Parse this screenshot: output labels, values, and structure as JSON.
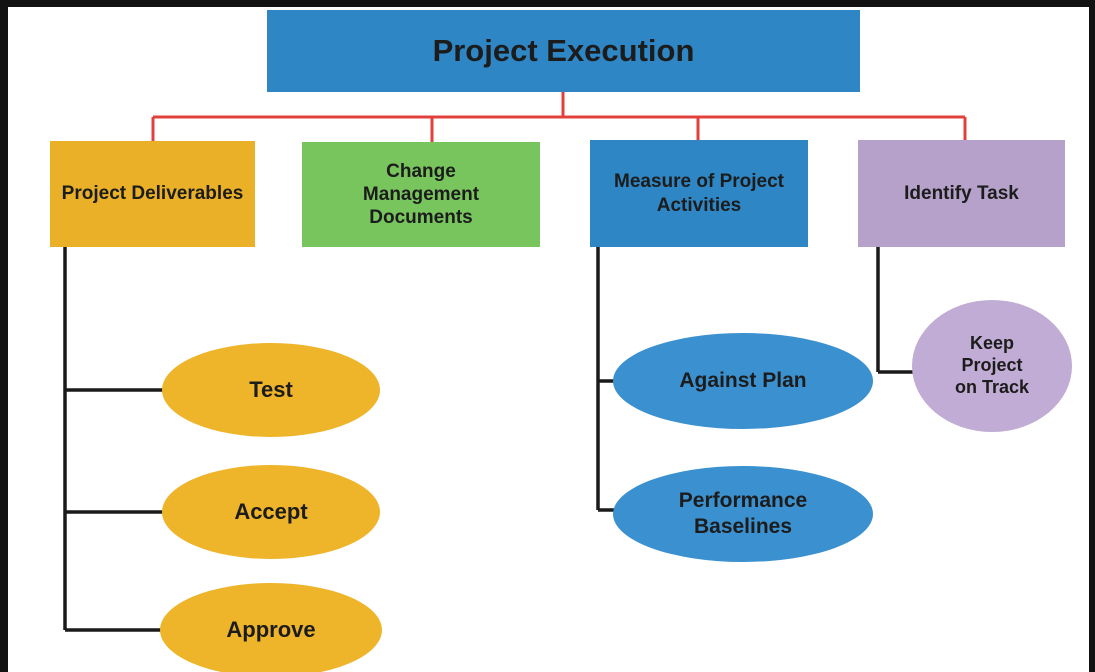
{
  "diagram": {
    "title": {
      "label": "Project Execution",
      "fill": "#2E86C4"
    },
    "branches": [
      {
        "label": "Project Deliverables",
        "fill": "#E9B028",
        "children": [
          {
            "label": "Test"
          },
          {
            "label": "Accept"
          },
          {
            "label": "Approve"
          }
        ]
      },
      {
        "label": "Change Management Documents",
        "fill": "#78C55E",
        "children": []
      },
      {
        "label": "Measure of Project Activities",
        "fill": "#2E86C4",
        "children": [
          {
            "label": "Against Plan"
          },
          {
            "label": "Performance Baselines"
          }
        ]
      },
      {
        "label": "Identify Task",
        "fill": "#B5A1CA",
        "children": [
          {
            "label": "Keep Project on Track"
          }
        ]
      }
    ],
    "colors": {
      "level1_connector": "#E2403B",
      "level2_connector": "#1A1A1A",
      "ellipse_yellow": "#EEB42A",
      "ellipse_blue": "#3B91D0",
      "ellipse_purple": "#C0ACD4",
      "frame": "#121212",
      "text": "#1C1C1C",
      "background": "#FFFFFF"
    }
  }
}
